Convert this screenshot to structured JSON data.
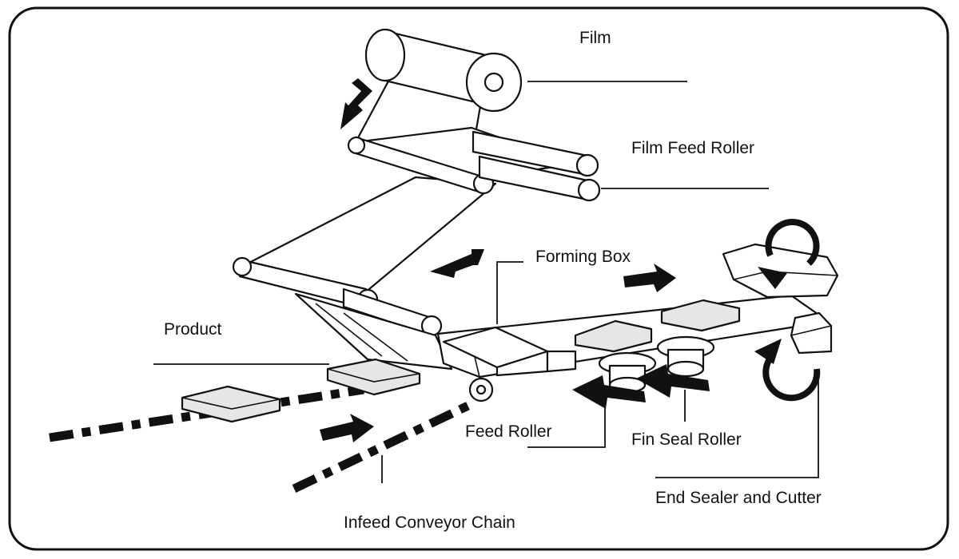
{
  "labels": {
    "film": "Film",
    "film_feed_roller": "Film Feed Roller",
    "forming_box": "Forming Box",
    "product": "Product",
    "feed_roller": "Feed Roller",
    "fin_seal_roller": "Fin Seal Roller",
    "end_sealer_and_cutter": "End Sealer and Cutter",
    "infeed_conveyor_chain": "Infeed Conveyor Chain"
  },
  "colors": {
    "ink": "#111111",
    "paper": "#ffffff",
    "shade": "#e6e6e6"
  }
}
